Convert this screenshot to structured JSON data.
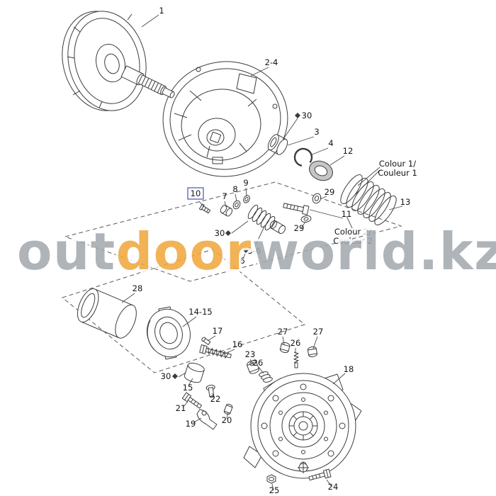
{
  "watermark": {
    "segments": [
      {
        "text": "out",
        "color": "#a4a9af"
      },
      {
        "text": "door",
        "color": "#f0a83e"
      },
      {
        "text": "world",
        "color": "#a4a9af"
      },
      {
        "text": ".kz",
        "color": "#a4a9af"
      }
    ]
  },
  "color_labels": {
    "colour1": {
      "line1": "Colour 1/",
      "line2": "Couleur 1"
    },
    "colour2": {
      "line1": "Colour 2/",
      "line2": "Couleur 2"
    }
  },
  "highlight": {
    "box_color": "#4353b8",
    "boxed_callout": "10"
  },
  "callouts": [
    {
      "label": "1"
    },
    {
      "label": "2-4"
    },
    {
      "label": "30"
    },
    {
      "label": "3"
    },
    {
      "label": "4"
    },
    {
      "label": "12"
    },
    {
      "label": "13"
    },
    {
      "label": "29"
    },
    {
      "label": "11"
    },
    {
      "label": "29"
    },
    {
      "label": "10"
    },
    {
      "label": "7"
    },
    {
      "label": "8"
    },
    {
      "label": "9"
    },
    {
      "label": "30"
    },
    {
      "label": "5-6"
    },
    {
      "label": "6"
    },
    {
      "label": "28"
    },
    {
      "label": "14-15"
    },
    {
      "label": "17"
    },
    {
      "label": "16"
    },
    {
      "label": "30"
    },
    {
      "label": "15"
    },
    {
      "label": "22"
    },
    {
      "label": "21"
    },
    {
      "label": "19"
    },
    {
      "label": "20"
    },
    {
      "label": "23"
    },
    {
      "label": "26"
    },
    {
      "label": "26"
    },
    {
      "label": "27"
    },
    {
      "label": "27"
    },
    {
      "label": "18"
    },
    {
      "label": "24"
    },
    {
      "label": "25"
    }
  ]
}
